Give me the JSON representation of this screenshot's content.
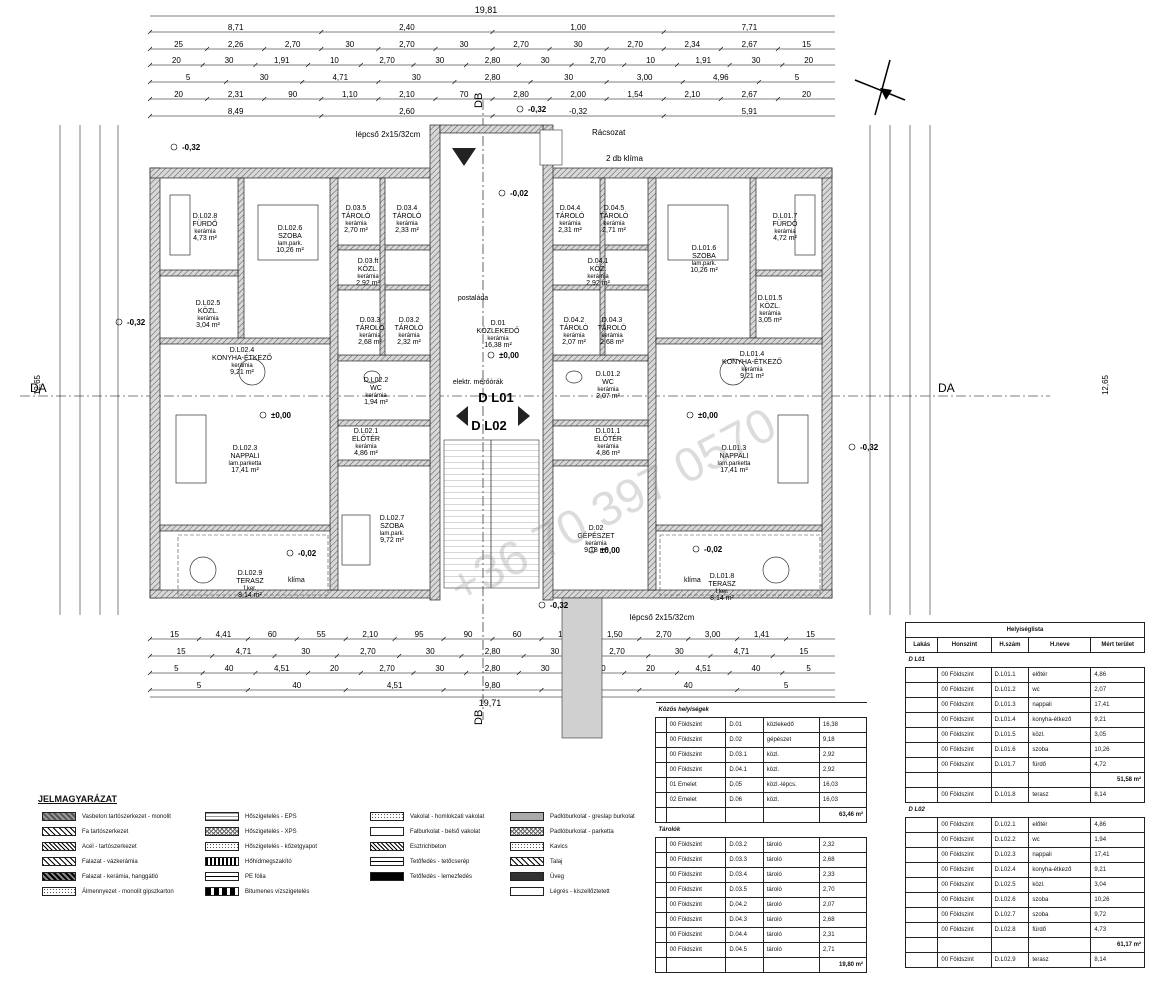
{
  "labels": {
    "total_width_top": "19,81",
    "total_width_bottom": "19,71",
    "height_left": "12,65",
    "height_right": "12,65",
    "section_left": "DA",
    "section_right": "DA",
    "section_top": "DB",
    "section_bottom": "DB",
    "flat_top": "D L01",
    "flat_bottom": "D L02",
    "stair_top": "lépcső 2x15/32cm",
    "stair_bottom": "lépcső 2x15/32cm",
    "grille": "Rácsozat",
    "klima2": "2 db klíma",
    "postalada": "postaláda",
    "elektr": "elektr. mérőórák",
    "klima_l": "klíma",
    "klima_r": "klíma",
    "watermark": "+36 70 397 0570"
  },
  "top_dims": [
    [
      "8,71",
      "2,40",
      "1,00",
      "7,71"
    ],
    [
      "25",
      "2,26",
      "2,70",
      "30",
      "2,70",
      "30",
      "2,70",
      "30",
      "2,70",
      "2,34",
      "2,67",
      "15"
    ],
    [
      "20",
      "30",
      "1,91",
      "10",
      "2,70",
      "30",
      "2,80",
      "30",
      "2,70",
      "10",
      "1,91",
      "30",
      "20"
    ],
    [
      "5",
      "30",
      "4,71",
      "30",
      "2,80",
      "30",
      "3,00",
      "4,96",
      "5"
    ],
    [
      "20",
      "2,31",
      "90",
      "1,10",
      "2,10",
      "70",
      "2,80",
      "2,00",
      "1,54",
      "2,10",
      "2,67",
      "20"
    ],
    [
      "8,49",
      "2,60",
      "-0,32",
      "5,91"
    ]
  ],
  "bottom_dims": [
    [
      "15",
      "4,41",
      "60",
      "55",
      "2,10",
      "95",
      "90",
      "60",
      "1,05",
      "1,50",
      "2,70",
      "3,00",
      "1,41",
      "15"
    ],
    [
      "15",
      "4,71",
      "30",
      "2,70",
      "30",
      "2,80",
      "30",
      "2,70",
      "30",
      "4,71",
      "15"
    ],
    [
      "5",
      "40",
      "4,51",
      "20",
      "2,70",
      "30",
      "2,80",
      "30",
      "2,70",
      "20",
      "4,51",
      "40",
      "5"
    ],
    [
      "5",
      "40",
      "4,51",
      "9,80",
      "4,51",
      "40",
      "5"
    ]
  ],
  "rooms": [
    {
      "code": "D.L02.8",
      "name": "FÜRDŐ",
      "floor": "kerámia",
      "area": "4,73 m²"
    },
    {
      "code": "D.L02.6",
      "name": "SZOBA",
      "floor": "lam.park.",
      "area": "10,26 m²"
    },
    {
      "code": "D.L02.5",
      "name": "KÖZL.",
      "floor": "kerámia",
      "area": "3,04 m²"
    },
    {
      "code": "D.L02.4",
      "name": "KONYHA-ÉTKEZŐ",
      "floor": "kerámia",
      "area": "9,21 m²"
    },
    {
      "code": "D.L02.3",
      "name": "NAPPALI",
      "floor": "lam.parketta",
      "area": "17,41 m²"
    },
    {
      "code": "D.L02.9",
      "name": "TERASZ",
      "floor": "f.ker.",
      "area": "8,14 m²"
    },
    {
      "code": "D.03.5",
      "name": "TÁROLÓ",
      "floor": "kerámia",
      "area": "2,70 m²"
    },
    {
      "code": "D.03.4",
      "name": "TÁROLÓ",
      "floor": "kerámia",
      "area": "2,33 m²"
    },
    {
      "code": "D.03.ft",
      "name": "KÖZL.",
      "floor": "kerámia",
      "area": "2,92 m²"
    },
    {
      "code": "D.03.3",
      "name": "TÁROLÓ",
      "floor": "kerámia",
      "area": "2,68 m²"
    },
    {
      "code": "D.03.2",
      "name": "TÁROLÓ",
      "floor": "kerámia",
      "area": "2,32 m²"
    },
    {
      "code": "D.L02.2",
      "name": "WC",
      "floor": "kerámia",
      "area": "1,94 m²"
    },
    {
      "code": "D.L02.1",
      "name": "ELŐTÉR",
      "floor": "kerámia",
      "area": "4,86 m²"
    },
    {
      "code": "D.L02.7",
      "name": "SZOBA",
      "floor": "lam.park.",
      "area": "9,72 m²"
    },
    {
      "code": "D.01",
      "name": "KÖZLEKEDŐ",
      "floor": "kerámia",
      "area": "16,38 m²"
    },
    {
      "code": "D.02",
      "name": "GÉPÉSZET",
      "floor": "kerámia",
      "area": "9,18 m²"
    },
    {
      "code": "D.04.4",
      "name": "TÁROLÓ",
      "floor": "kerámia",
      "area": "2,31 m²"
    },
    {
      "code": "D.04.5",
      "name": "TÁROLÓ",
      "floor": "kerámia",
      "area": "2,71 m²"
    },
    {
      "code": "D.04.1",
      "name": "KÖZ.",
      "floor": "kerámia",
      "area": "2,92 m²"
    },
    {
      "code": "D.04.2",
      "name": "TÁROLÓ",
      "floor": "kerámia",
      "area": "2,07 m²"
    },
    {
      "code": "D.04.3",
      "name": "TÁROLÓ",
      "floor": "kerámia",
      "area": "2,68 m²"
    },
    {
      "code": "D.L01.2",
      "name": "WC",
      "floor": "kerámia",
      "area": "2,07 m²"
    },
    {
      "code": "D.L01.1",
      "name": "ELŐTÉR",
      "floor": "kerámia",
      "area": "4,86 m²"
    },
    {
      "code": "D.L01.7",
      "name": "FÜRDŐ",
      "floor": "kerámia",
      "area": "4,72 m²"
    },
    {
      "code": "D.L01.6",
      "name": "SZOBA",
      "floor": "lam.park.",
      "area": "10,26 m²"
    },
    {
      "code": "D.L01.5",
      "name": "KÖZL.",
      "floor": "kerámia",
      "area": "3,05 m²"
    },
    {
      "code": "D.L01.4",
      "name": "KONYHA-ÉTKEZŐ",
      "floor": "kerámia",
      "area": "9,21 m²"
    },
    {
      "code": "D.L01.3",
      "name": "NAPPALI",
      "floor": "lam.parketta",
      "area": "17,41 m²"
    },
    {
      "code": "D.L01.8",
      "name": "TERASZ",
      "floor": "f.ker.",
      "area": "8,14 m²"
    }
  ],
  "levels": [
    "-0,32",
    "-0,32",
    "-0,02",
    "-0,32",
    "±0,00",
    "±0,00",
    "±0,00",
    "-0,32",
    "-0,02",
    "-0,02",
    "±0,00",
    "-0,32"
  ],
  "legend": {
    "title": "JELMAGYARÁZAT",
    "items": [
      {
        "label": "Vasbeton tartószerkezet - monolit",
        "pattern": "hatch-dark"
      },
      {
        "label": "Fa tartószerkezet",
        "pattern": "diag"
      },
      {
        "label": "Acél - tartószerkezet",
        "pattern": "diag-fine"
      },
      {
        "label": "Falazat - vázkerámia",
        "pattern": "diag"
      },
      {
        "label": "Falazat - kerámia, hanggátló",
        "pattern": "diag-dark"
      },
      {
        "label": "Álmennyezet - monolit gipszkarton",
        "pattern": "dots"
      },
      {
        "label": "Hőszigetelés - EPS",
        "pattern": "grid"
      },
      {
        "label": "Hőszigetelés - XPS",
        "pattern": "cross"
      },
      {
        "label": "Hőszigetelés - kőzetgyapot",
        "pattern": "dots"
      },
      {
        "label": "Hőhídmegszakító",
        "pattern": "checker"
      },
      {
        "label": "PE fólia",
        "pattern": "line"
      },
      {
        "label": "Bitumenes vízszigetelés",
        "pattern": "dashline"
      },
      {
        "label": "Vakolat - homlokzati vakolat",
        "pattern": "dots"
      },
      {
        "label": "Falburkolat - belső vakolat",
        "pattern": "blank"
      },
      {
        "label": "Esztrichbeton",
        "pattern": "diag-fine"
      },
      {
        "label": "Tetőfedés - tetőcserép",
        "pattern": "line"
      },
      {
        "label": "Tetőfedés - lemezfedés",
        "pattern": "solid"
      },
      {
        "label": "Padlóburkolat - greslap burkolat",
        "pattern": "gray"
      },
      {
        "label": "Padlóburkolat - parketta",
        "pattern": "cross"
      },
      {
        "label": "Kavics",
        "pattern": "dots"
      },
      {
        "label": "Talaj",
        "pattern": "diag"
      },
      {
        "label": "Üveg",
        "pattern": "dark"
      },
      {
        "label": "Légrés - kiszellőztetett",
        "pattern": "blank"
      }
    ]
  },
  "kozos": {
    "title": "Közös helyiségek",
    "rows": [
      [
        "00 Földszint",
        "D.01",
        "közlekedő",
        "16,38"
      ],
      [
        "00 Földszint",
        "D.02",
        "gépészet",
        "9,18"
      ],
      [
        "00 Földszint",
        "D.03.1",
        "közl.",
        "2,92"
      ],
      [
        "00 Földszint",
        "D.04.1",
        "közl.",
        "2,92"
      ],
      [
        "01 Emelet",
        "D.05",
        "közl.-lépcs.",
        "16,03"
      ],
      [
        "02 Emelet",
        "D.06",
        "közl.",
        "16,03"
      ]
    ],
    "sum": "63,46 m²",
    "tarolo_title": "Tárolók",
    "tarolo_rows": [
      [
        "00 Földszint",
        "D.03.2",
        "tároló",
        "2,32"
      ],
      [
        "00 Földszint",
        "D.03.3",
        "tároló",
        "2,68"
      ],
      [
        "00 Földszint",
        "D.03.4",
        "tároló",
        "2,33"
      ],
      [
        "00 Földszint",
        "D.03.5",
        "tároló",
        "2,70"
      ],
      [
        "00 Földszint",
        "D.04.2",
        "tároló",
        "2,07"
      ],
      [
        "00 Földszint",
        "D.04.3",
        "tároló",
        "2,68"
      ],
      [
        "00 Földszint",
        "D.04.4",
        "tároló",
        "2,31"
      ],
      [
        "00 Földszint",
        "D.04.5",
        "tároló",
        "2,71"
      ]
    ],
    "tarolo_sum": "19,80 m²"
  },
  "helyiseglista": {
    "title": "Helyiséglista",
    "headers": [
      "Lakás",
      "Honszint",
      "H.szám",
      "H.neve",
      "Mért terület"
    ],
    "groups": [
      {
        "name": "D L01",
        "rows": [
          [
            "00 Földszint",
            "D.L01.1",
            "előtér",
            "4,86"
          ],
          [
            "00 Földszint",
            "D.L01.2",
            "wc",
            "2,07"
          ],
          [
            "00 Földszint",
            "D.L01.3",
            "nappali",
            "17,41"
          ],
          [
            "00 Földszint",
            "D.L01.4",
            "konyha-étkező",
            "9,21"
          ],
          [
            "00 Földszint",
            "D.L01.5",
            "közl.",
            "3,05"
          ],
          [
            "00 Földszint",
            "D.L01.6",
            "szoba",
            "10,26"
          ],
          [
            "00 Földszint",
            "D.L01.7",
            "fürdő",
            "4,72"
          ]
        ],
        "sum": "51,58 m²",
        "extra": [
          "00 Földszint",
          "D.L01.8",
          "terasz",
          "8,14"
        ]
      },
      {
        "name": "D L02",
        "rows": [
          [
            "00 Földszint",
            "D.L02.1",
            "előtér",
            "4,86"
          ],
          [
            "00 Földszint",
            "D.L02.2",
            "wc",
            "1,94"
          ],
          [
            "00 Földszint",
            "D.L02.3",
            "nappali",
            "17,41"
          ],
          [
            "00 Földszint",
            "D.L02.4",
            "konyha-étkező",
            "9,21"
          ],
          [
            "00 Földszint",
            "D.L02.5",
            "közl.",
            "3,04"
          ],
          [
            "00 Földszint",
            "D.L02.6",
            "szoba",
            "10,26"
          ],
          [
            "00 Földszint",
            "D.L02.7",
            "szoba",
            "9,72"
          ],
          [
            "00 Földszint",
            "D.L02.8",
            "fürdő",
            "4,73"
          ]
        ],
        "sum": "61,17 m²",
        "extra": [
          "00 Földszint",
          "D.L02.9",
          "terasz",
          "8,14"
        ]
      }
    ]
  }
}
